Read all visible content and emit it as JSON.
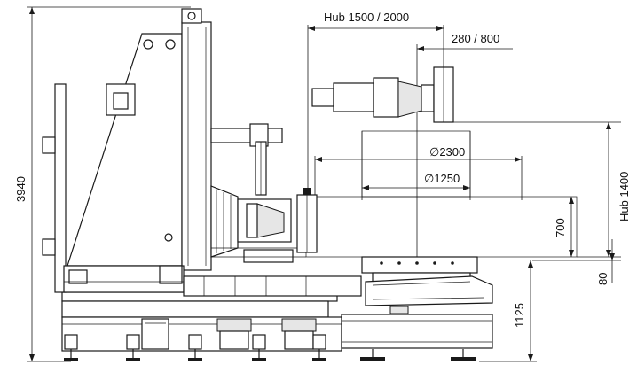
{
  "dimensions": {
    "total_height": "3940",
    "stroke": "Hub 1500 / 2000",
    "offset": "280 / 800",
    "diameter_large": "2300",
    "diameter_small": "1250",
    "stroke_vertical": "Hub 1400",
    "table_height": "700",
    "base_height": "1125",
    "small_offset": "80"
  },
  "symbols": {
    "diameter": "∅"
  }
}
